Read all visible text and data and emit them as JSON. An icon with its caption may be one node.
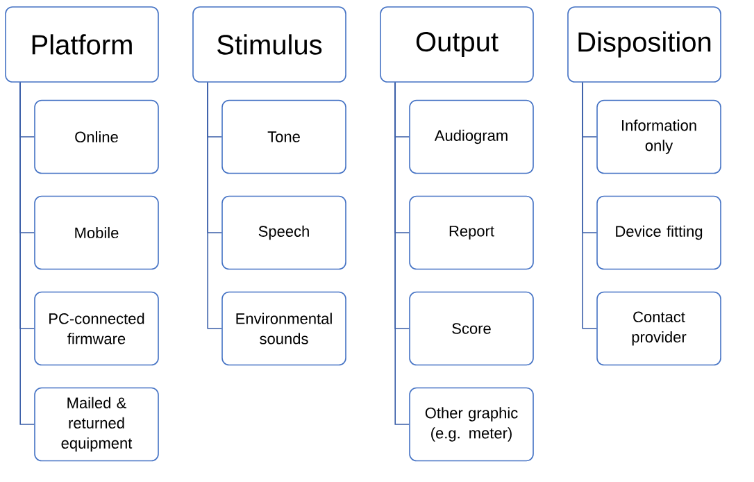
{
  "diagram": {
    "nodes": [
      {
        "text": [
          "Platform"
        ]
      },
      {
        "text": [
          "Online"
        ]
      },
      {
        "text": [
          "Mobile"
        ]
      },
      {
        "text": [
          "PC-connected firmware"
        ]
      },
      {
        "text": [
          "Mailed & returned equipment"
        ]
      },
      {
        "text": [
          "Stimulus"
        ]
      },
      {
        "text": [
          "Tone"
        ]
      },
      {
        "text": [
          "Speech"
        ]
      },
      {
        "text": [
          "Environmental sounds"
        ]
      },
      {
        "text": [
          "Output"
        ]
      },
      {
        "text": [
          "Audiogram"
        ]
      },
      {
        "text": [
          "Report"
        ]
      },
      {
        "text": [
          "Score"
        ]
      },
      {
        "text": [
          "Other graphic (e.g. meter)"
        ]
      },
      {
        "text": [
          "Disposition"
        ]
      },
      {
        "text": [
          "Information only"
        ]
      },
      {
        "text": [
          "Device fitting"
        ]
      },
      {
        "text": [
          "Contact provider"
        ]
      }
    ],
    "edges": [
      {
        "from": 0,
        "to": 1,
        "arrow": "none"
      },
      {
        "from": 0,
        "to": 2,
        "arrow": "none"
      },
      {
        "from": 0,
        "to": 3,
        "arrow": "none"
      },
      {
        "from": 0,
        "to": 4,
        "arrow": "none"
      },
      {
        "from": 5,
        "to": 6,
        "arrow": "none"
      },
      {
        "from": 5,
        "to": 7,
        "arrow": "none"
      },
      {
        "from": 5,
        "to": 8,
        "arrow": "none"
      },
      {
        "from": 9,
        "to": 10,
        "arrow": "none"
      },
      {
        "from": 9,
        "to": 11,
        "arrow": "none"
      },
      {
        "from": 9,
        "to": 12,
        "arrow": "none"
      },
      {
        "from": 9,
        "to": 13,
        "arrow": "none"
      },
      {
        "from": 14,
        "to": 15,
        "arrow": "none"
      },
      {
        "from": 14,
        "to": 16,
        "arrow": "none"
      },
      {
        "from": 14,
        "to": 17,
        "arrow": "none"
      }
    ]
  }
}
